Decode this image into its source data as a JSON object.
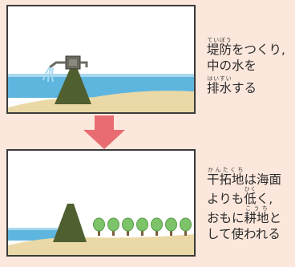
{
  "captions": {
    "top": {
      "line1": {
        "ruby_base": "堤防",
        "ruby_text": "ていぼう",
        "rest": "をつくり,"
      },
      "line2": "中の水を",
      "line3": {
        "ruby_base": "排水",
        "ruby_text": "はいすい",
        "rest": "する"
      }
    },
    "bottom": {
      "line1": {
        "ruby_base": "干拓地",
        "ruby_text": "かんたくち",
        "rest": "は海面"
      },
      "line2": {
        "pre": "よりも",
        "ruby_base": "低",
        "ruby_text": "ひく",
        "rest": "く,"
      },
      "line3": {
        "pre": "おもに",
        "ruby_base": "耕地",
        "ruby_text": "こうち",
        "rest": "と"
      },
      "line4": "して使われる"
    }
  },
  "colors": {
    "sea": "#5eb6df",
    "sea_light": "#a8d8ef",
    "sand": "#ead9a6",
    "dike": "#4f5f2f",
    "pump": "#6b6b60",
    "tree_leaf": "#7cc36a",
    "tree_trunk": "#7a5b3a",
    "arrow": "#e86c72",
    "background": "#fce7dc"
  },
  "icons": {
    "pump": "pump-icon",
    "arrow": "down-arrow-icon",
    "tree": "tree-icon"
  }
}
